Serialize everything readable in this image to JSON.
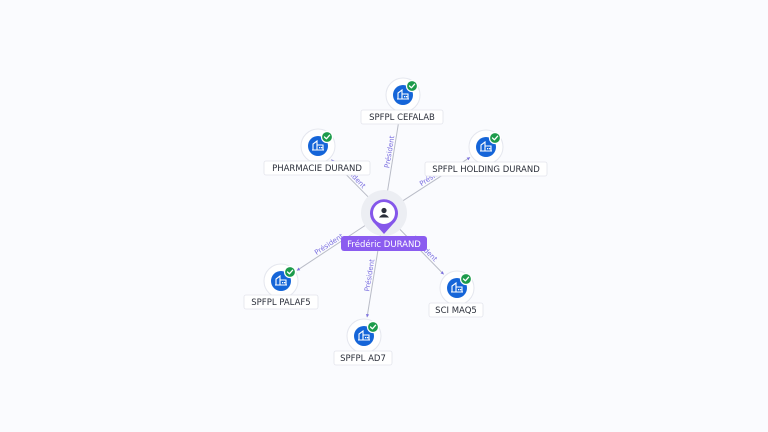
{
  "graph": {
    "center": {
      "label": "Frédéric DURAND",
      "icon": "person-icon"
    },
    "entities": [
      {
        "id": "cefalab",
        "label": "SPFPL CEFALAB",
        "edge_label": "Président",
        "verified": true,
        "icon": "building-icon"
      },
      {
        "id": "pharmacie",
        "label": "PHARMACIE DURAND",
        "edge_label": "Président",
        "verified": true,
        "icon": "building-icon"
      },
      {
        "id": "holding",
        "label": "SPFPL HOLDING DURAND",
        "edge_label": "Président",
        "verified": true,
        "icon": "building-icon"
      },
      {
        "id": "palaf5",
        "label": "SPFPL PALAF5",
        "edge_label": "Président",
        "verified": true,
        "icon": "building-icon"
      },
      {
        "id": "ad7",
        "label": "SPFPL AD7",
        "edge_label": "Président",
        "verified": true,
        "icon": "building-icon"
      },
      {
        "id": "maq5",
        "label": "SCI MAQ5",
        "edge_label": "Président",
        "verified": true,
        "icon": "building-icon"
      }
    ],
    "colors": {
      "entity": "#1565d8",
      "verified": "#1c9b4b",
      "center": "#8557ea",
      "edge_label": "#7b6fe0"
    }
  }
}
